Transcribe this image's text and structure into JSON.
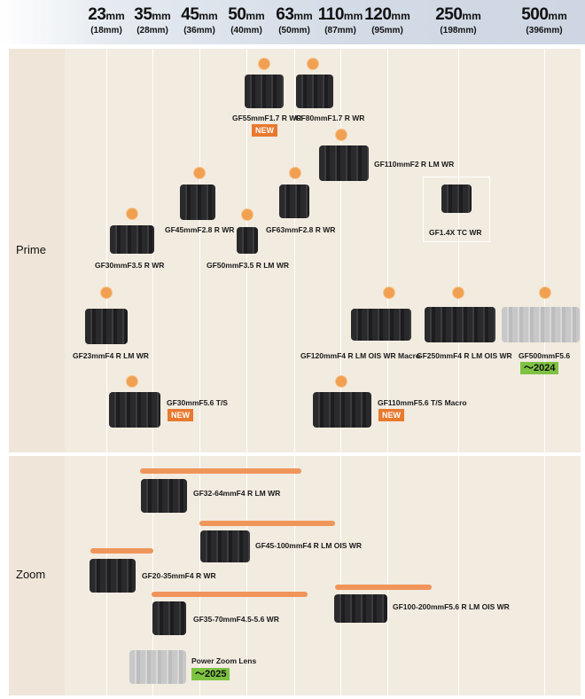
{
  "focal_axis": [
    {
      "mm": "23",
      "eq": "(18mm)"
    },
    {
      "mm": "35",
      "eq": "(28mm)"
    },
    {
      "mm": "45",
      "eq": "(36mm)"
    },
    {
      "mm": "50",
      "eq": "(40mm)"
    },
    {
      "mm": "63",
      "eq": "(50mm)"
    },
    {
      "mm": "110",
      "eq": "(87mm)"
    },
    {
      "mm": "120",
      "eq": "(95mm)"
    },
    {
      "mm": "250",
      "eq": "(198mm)"
    },
    {
      "mm": "500",
      "eq": "(396mm)"
    }
  ],
  "unit": "mm",
  "rows": {
    "prime": "Prime",
    "zoom": "Zoom"
  },
  "prime_lenses": {
    "gf55": "GF55mmF1.7 R WR",
    "gf80": "GF80mmF1.7 R WR",
    "gf110": "GF110mmF2 R LM WR",
    "gf45": "GF45mmF2.8 R WR",
    "gf63": "GF63mmF2.8 R WR",
    "gf14tc": "GF1.4X TC WR",
    "gf30": "GF30mmF3.5 R WR",
    "gf50": "GF50mmF3.5 R  LM WR",
    "gf23": "GF23mmF4 R LM WR",
    "gf120": "GF120mmF4 R LM OIS WR Macro",
    "gf250": "GF250mmF4 R LM OIS WR",
    "gf500": "GF500mmF5.6",
    "gf30ts": "GF30mmF5.6 T/S",
    "gf110ts": "GF110mmF5.6 T/S Macro"
  },
  "zoom_lenses": {
    "gf3264": "GF32-64mmF4 R LM WR",
    "gf45100": "GF45-100mmF4 R LM OIS WR",
    "gf2035": "GF20-35mmF4 R WR",
    "gf100200": "GF100-200mmF5.6 R LM OIS WR",
    "gf3570": "GF35-70mmF4.5-5.6 WR",
    "power_zoom": "Power Zoom Lens"
  },
  "badges": {
    "new": "NEW",
    "y2024": "〜2024",
    "y2025": "〜2025"
  },
  "colors": {
    "accent_orange": "#e8792e",
    "roadmap_green": "#7ec242",
    "dot_orange": "#f0a050",
    "panel_beige": "#efe6d9"
  }
}
